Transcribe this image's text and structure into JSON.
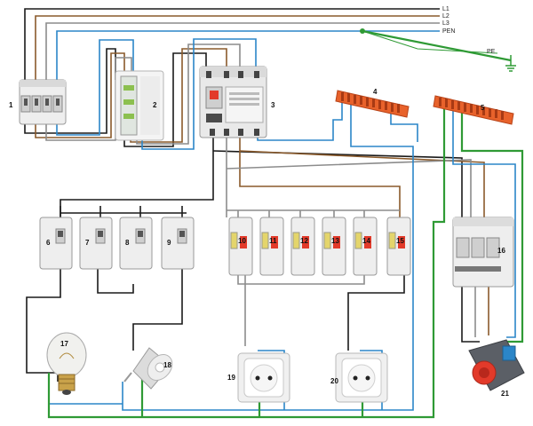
{
  "lines": {
    "l1": "L1",
    "l2": "L2",
    "l3": "L3",
    "pen": "PEN",
    "pe": "PE"
  },
  "labels": {
    "n1": "1",
    "n2": "2",
    "n3": "3",
    "n4": "4",
    "n5": "5",
    "n6": "6",
    "n7": "7",
    "n8": "8",
    "n9": "9",
    "n10": "10",
    "n11": "11",
    "n12": "12",
    "n13": "13",
    "n14": "14",
    "n15": "15",
    "n16": "16",
    "n17": "17",
    "n18": "18",
    "n19": "19",
    "n20": "20",
    "n21": "21"
  },
  "colors": {
    "black": "#1a1a1a",
    "brown": "#8a5a2b",
    "grey": "#8c8c8c",
    "blue": "#2b86c8",
    "green": "#2f9a35",
    "terminal": "#e8622b",
    "breaker_handle": "#e23a2a"
  }
}
